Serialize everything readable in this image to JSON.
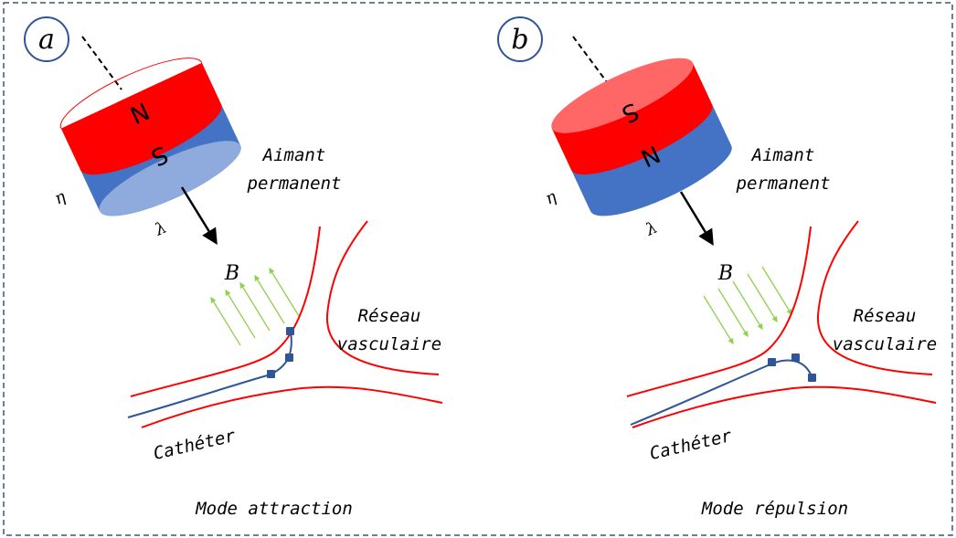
{
  "panels": [
    {
      "badge": "a",
      "pole_top": "N",
      "pole_bottom": "S",
      "magnet_label_line1": "Aimant",
      "magnet_label_line2": "permanent",
      "axis_label_1": "η",
      "axis_label_2": "λ",
      "field_label": "B",
      "vessel_label_line1": "Réseau",
      "vessel_label_line2": "vasculaire",
      "catheter_label": "Cathéter",
      "mode_label": "Mode attraction",
      "field_arrow_direction": "up",
      "magnet_top_color": "#ff0000",
      "magnet_bottom_color": "#4472c4"
    },
    {
      "badge": "b",
      "pole_top": "S",
      "pole_bottom": "N",
      "magnet_label_line1": "Aimant",
      "magnet_label_line2": "permanent",
      "axis_label_1": "η",
      "axis_label_2": "λ",
      "field_label": "B",
      "vessel_label_line1": "Réseau",
      "vessel_label_line2": "vasculaire",
      "catheter_label": "Cathéter",
      "mode_label": "Mode répulsion",
      "field_arrow_direction": "down",
      "magnet_top_color": "#ff0000",
      "magnet_bottom_color": "#4472c4"
    }
  ],
  "colors": {
    "border": "#44546a",
    "vessel": "#ff0000",
    "catheter": "#2f5597",
    "field_lines": "#92d050",
    "badge_ring": "#2f5597"
  }
}
